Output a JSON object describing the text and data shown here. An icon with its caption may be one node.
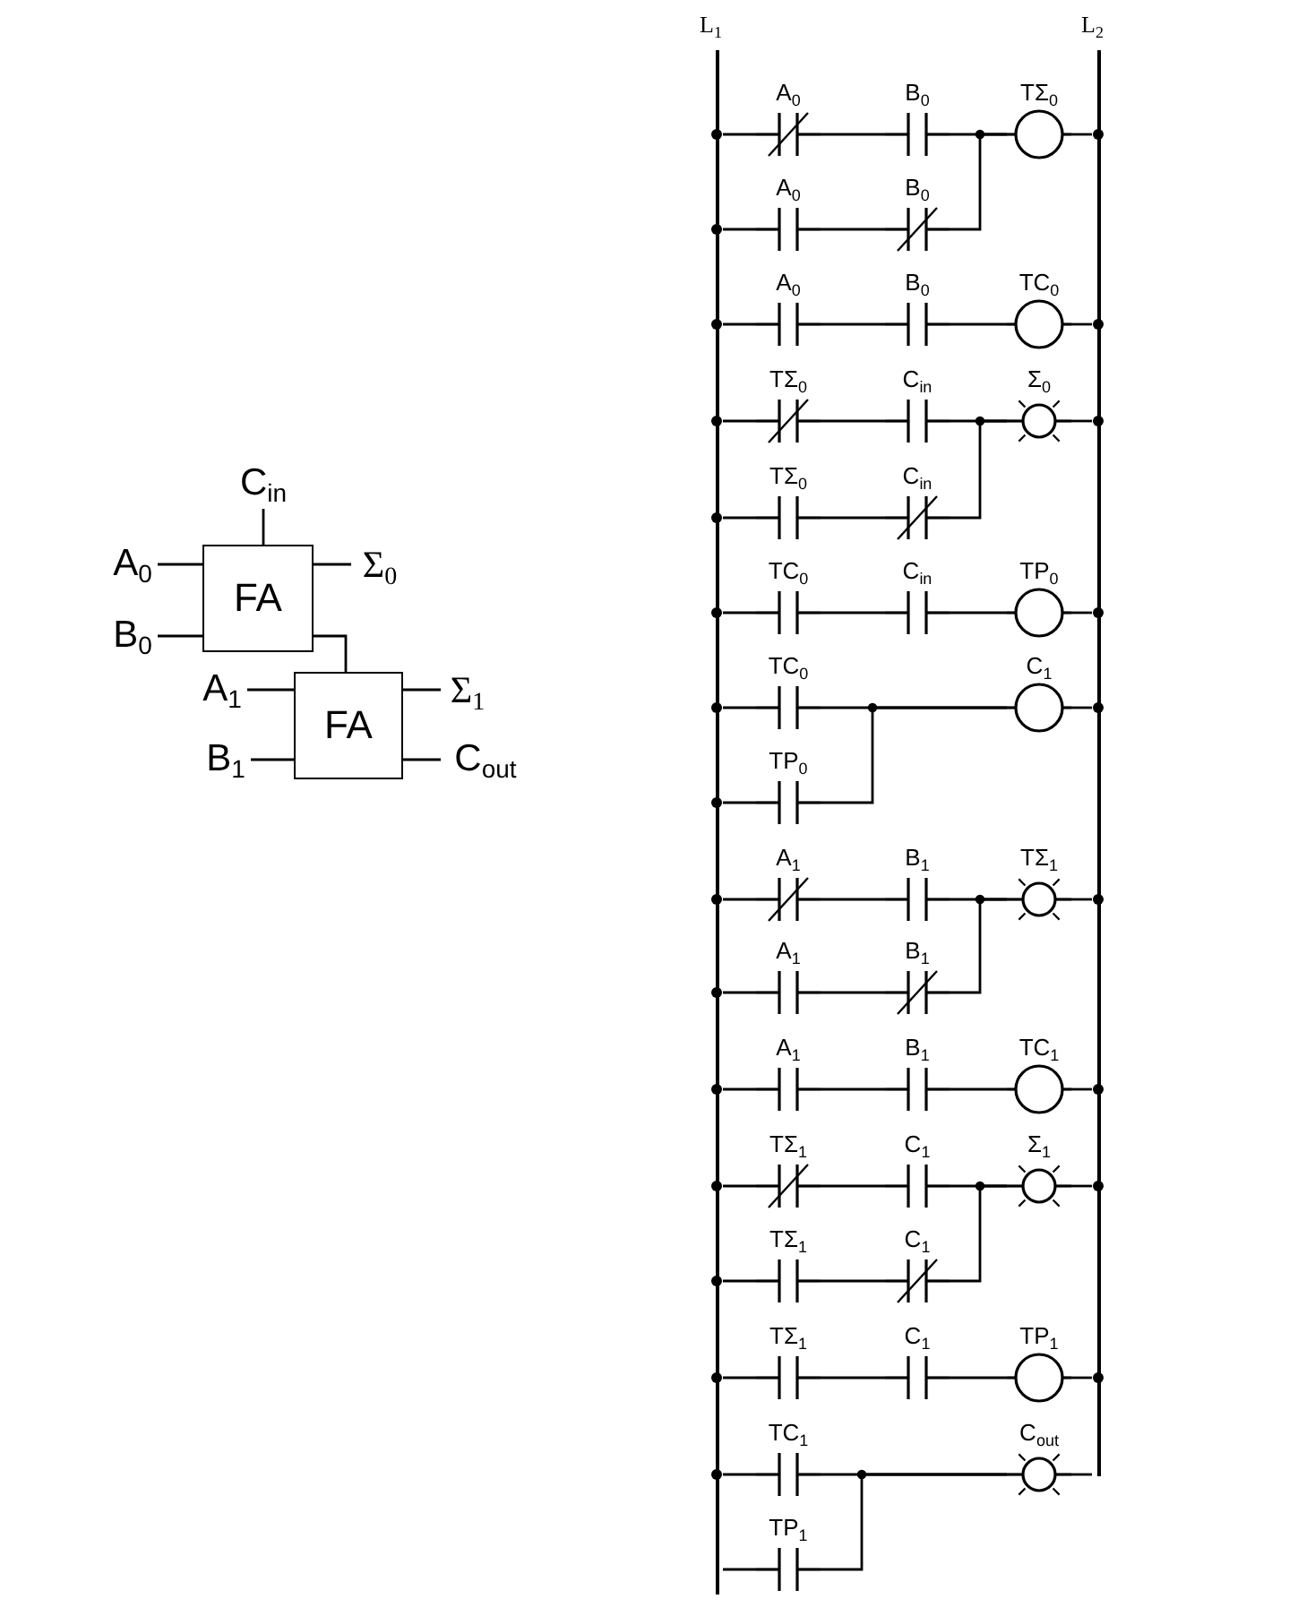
{
  "diagram": {
    "nodes": [
      {
        "text": [
          "C$_{in}$"
        ]
      },
      {
        "text": [
          "A$_{0}$"
        ]
      },
      {
        "text": [
          "FA"
        ]
      },
      {
        "text": [
          "Σ$_{0}$"
        ]
      },
      {
        "text": [
          "B$_{0}$"
        ]
      },
      {
        "text": [
          "A$_{1}$"
        ]
      },
      {
        "text": [
          "FA"
        ]
      },
      {
        "text": [
          "Σ$_{1}$"
        ]
      },
      {
        "text": [
          "B$_{1}$"
        ]
      },
      {
        "text": [
          "C$_{out}$"
        ]
      },
      {
        "text": [
          "L$_{1}$"
        ]
      },
      {
        "text": [
          "L$_{2}$"
        ]
      },
      {
        "text": [
          "A$_{0}$"
        ]
      },
      {
        "text": [
          "B$_{0}$"
        ]
      },
      {
        "text": [
          "TΣ$_{0}$"
        ]
      },
      {
        "text": [
          "A$_{0}$"
        ]
      },
      {
        "text": [
          "B$_{0}$"
        ]
      },
      {
        "text": [
          "A$_{0}$"
        ]
      },
      {
        "text": [
          "B$_{0}$"
        ]
      },
      {
        "text": [
          "TC$_{0}$"
        ]
      },
      {
        "text": [
          "TΣ$_{0}$"
        ]
      },
      {
        "text": [
          "C$_{in}$"
        ]
      },
      {
        "text": [
          "Σ$_{0}$"
        ]
      },
      {
        "text": [
          "TΣ$_{0}$"
        ]
      },
      {
        "text": [
          "C$_{in}$"
        ]
      },
      {
        "text": [
          "TC$_{0}$"
        ]
      },
      {
        "text": [
          "C$_{in}$"
        ]
      },
      {
        "text": [
          "TP$_{0}$"
        ]
      },
      {
        "text": [
          "TC$_{0}$"
        ]
      },
      {
        "text": [
          "C$_{1}$"
        ]
      },
      {
        "text": [
          "TP$_{0}$"
        ]
      },
      {
        "text": [
          "A$_{1}$"
        ]
      },
      {
        "text": [
          "B$_{1}$"
        ]
      },
      {
        "text": [
          "TΣ$_{1}$"
        ]
      },
      {
        "text": [
          "A$_{1}$"
        ]
      },
      {
        "text": [
          "B$_{1}$"
        ]
      },
      {
        "text": [
          "A$_{1}$"
        ]
      },
      {
        "text": [
          "B$_{1}$"
        ]
      },
      {
        "text": [
          "TC$_{1}$"
        ]
      },
      {
        "text": [
          "TΣ$_{1}$"
        ]
      },
      {
        "text": [
          "C$_{1}$"
        ]
      },
      {
        "text": [
          "Σ$_{1}$"
        ]
      },
      {
        "text": [
          "TΣ$_{1}$"
        ]
      },
      {
        "text": [
          "C$_{1}$"
        ]
      },
      {
        "text": [
          "TΣ$_{1}$"
        ]
      },
      {
        "text": [
          "C$_{1}$"
        ]
      },
      {
        "text": [
          "TP$_{1}$"
        ]
      },
      {
        "text": [
          "TC$_{1}$"
        ]
      },
      {
        "text": [
          "C$_{out}$"
        ]
      },
      {
        "text": [
          "TP$_{1}$"
        ]
      }
    ],
    "edges": [
      {
        "from": 0,
        "to": 2,
        "arrow": "none"
      },
      {
        "from": 1,
        "to": 2,
        "arrow": "none"
      },
      {
        "from": 2,
        "to": 3,
        "arrow": "none"
      },
      {
        "from": 4,
        "to": 2,
        "arrow": "none"
      },
      {
        "from": 2,
        "to": 6,
        "arrow": "none"
      },
      {
        "from": 5,
        "to": 6,
        "arrow": "none"
      },
      {
        "from": 6,
        "to": 7,
        "arrow": "none"
      },
      {
        "from": 8,
        "to": 6,
        "arrow": "none"
      },
      {
        "from": 6,
        "to": 9,
        "arrow": "none"
      },
      {
        "from": 10,
        "to": 12,
        "arrow": "none"
      },
      {
        "from": 12,
        "to": 13,
        "arrow": "none"
      },
      {
        "from": 13,
        "to": 14,
        "arrow": "none"
      },
      {
        "from": 14,
        "to": 11,
        "arrow": "none"
      },
      {
        "from": 10,
        "to": 15,
        "arrow": "none"
      },
      {
        "from": 15,
        "to": 16,
        "arrow": "none"
      },
      {
        "from": 16,
        "to": 14,
        "arrow": "none"
      },
      {
        "from": 10,
        "to": 17,
        "arrow": "none"
      },
      {
        "from": 17,
        "to": 18,
        "arrow": "none"
      },
      {
        "from": 18,
        "to": 19,
        "arrow": "none"
      },
      {
        "from": 19,
        "to": 11,
        "arrow": "none"
      },
      {
        "from": 10,
        "to": 20,
        "arrow": "none"
      },
      {
        "from": 20,
        "to": 21,
        "arrow": "none"
      },
      {
        "from": 21,
        "to": 22,
        "arrow": "none"
      },
      {
        "from": 22,
        "to": 11,
        "arrow": "none"
      },
      {
        "from": 10,
        "to": 23,
        "arrow": "none"
      },
      {
        "from": 23,
        "to": 24,
        "arrow": "none"
      },
      {
        "from": 24,
        "to": 22,
        "arrow": "none"
      },
      {
        "from": 10,
        "to": 25,
        "arrow": "none"
      },
      {
        "from": 25,
        "to": 26,
        "arrow": "none"
      },
      {
        "from": 26,
        "to": 27,
        "arrow": "none"
      },
      {
        "from": 27,
        "to": 11,
        "arrow": "none"
      },
      {
        "from": 10,
        "to": 28,
        "arrow": "none"
      },
      {
        "from": 28,
        "to": 29,
        "arrow": "none"
      },
      {
        "from": 29,
        "to": 11,
        "arrow": "none"
      },
      {
        "from": 10,
        "to": 30,
        "arrow": "none"
      },
      {
        "from": 30,
        "to": 29,
        "arrow": "none"
      },
      {
        "from": 10,
        "to": 31,
        "arrow": "none"
      },
      {
        "from": 31,
        "to": 32,
        "arrow": "none"
      },
      {
        "from": 32,
        "to": 33,
        "arrow": "none"
      },
      {
        "from": 33,
        "to": 11,
        "arrow": "none"
      },
      {
        "from": 10,
        "to": 34,
        "arrow": "none"
      },
      {
        "from": 34,
        "to": 35,
        "arrow": "none"
      },
      {
        "from": 35,
        "to": 33,
        "arrow": "none"
      },
      {
        "from": 10,
        "to": 36,
        "arrow": "none"
      },
      {
        "from": 36,
        "to": 37,
        "arrow": "none"
      },
      {
        "from": 37,
        "to": 38,
        "arrow": "none"
      },
      {
        "from": 38,
        "to": 11,
        "arrow": "none"
      },
      {
        "from": 10,
        "to": 39,
        "arrow": "none"
      },
      {
        "from": 39,
        "to": 40,
        "arrow": "none"
      },
      {
        "from": 40,
        "to": 41,
        "arrow": "none"
      },
      {
        "from": 41,
        "to": 11,
        "arrow": "none"
      },
      {
        "from": 10,
        "to": 42,
        "arrow": "none"
      },
      {
        "from": 42,
        "to": 43,
        "arrow": "none"
      },
      {
        "from": 43,
        "to": 41,
        "arrow": "none"
      },
      {
        "from": 10,
        "to": 44,
        "arrow": "none"
      },
      {
        "from": 44,
        "to": 45,
        "arrow": "none"
      },
      {
        "from": 45,
        "to": 46,
        "arrow": "none"
      },
      {
        "from": 46,
        "to": 11,
        "arrow": "none"
      },
      {
        "from": 10,
        "to": 47,
        "arrow": "none"
      },
      {
        "from": 47,
        "to": 48,
        "arrow": "none"
      },
      {
        "from": 48,
        "to": 11,
        "arrow": "none"
      },
      {
        "from": 10,
        "to": 49,
        "arrow": "none"
      },
      {
        "from": 49,
        "to": 48,
        "arrow": "none"
      }
    ]
  }
}
